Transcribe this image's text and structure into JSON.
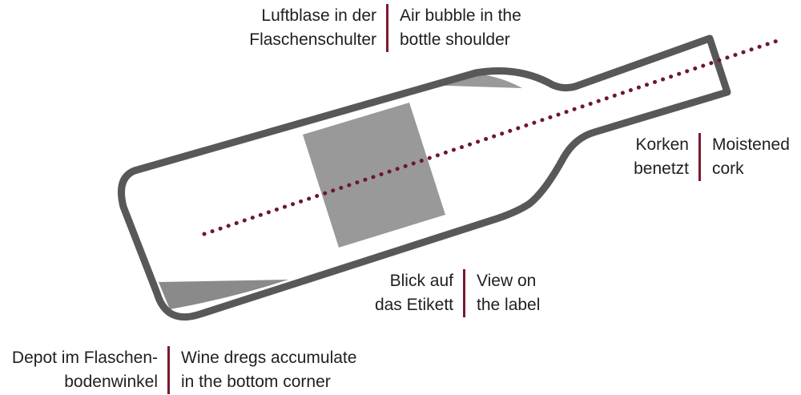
{
  "colors": {
    "bottle_outline": "#58585a",
    "fill_grey": "#999999",
    "sediment_grey": "#8a8a8a",
    "axis_dots": "#6e1630",
    "divider": "#7a1a30",
    "text": "#1f1f1f"
  },
  "callouts": {
    "air_bubble": {
      "de": [
        "Luftblase in der",
        "Flaschenschulter"
      ],
      "en": [
        "Air bubble in the",
        "bottle shoulder"
      ]
    },
    "cork": {
      "de": [
        "Korken",
        "benetzt"
      ],
      "en": [
        "Moistened",
        "cork"
      ]
    },
    "label": {
      "de": [
        "Blick auf",
        "das Etikett"
      ],
      "en": [
        "View on",
        "the label"
      ]
    },
    "dregs": {
      "de": [
        "Depot im Flaschen-",
        "bodenwinkel"
      ],
      "en": [
        "Wine dregs accumulate",
        "in the bottom corner"
      ]
    }
  }
}
